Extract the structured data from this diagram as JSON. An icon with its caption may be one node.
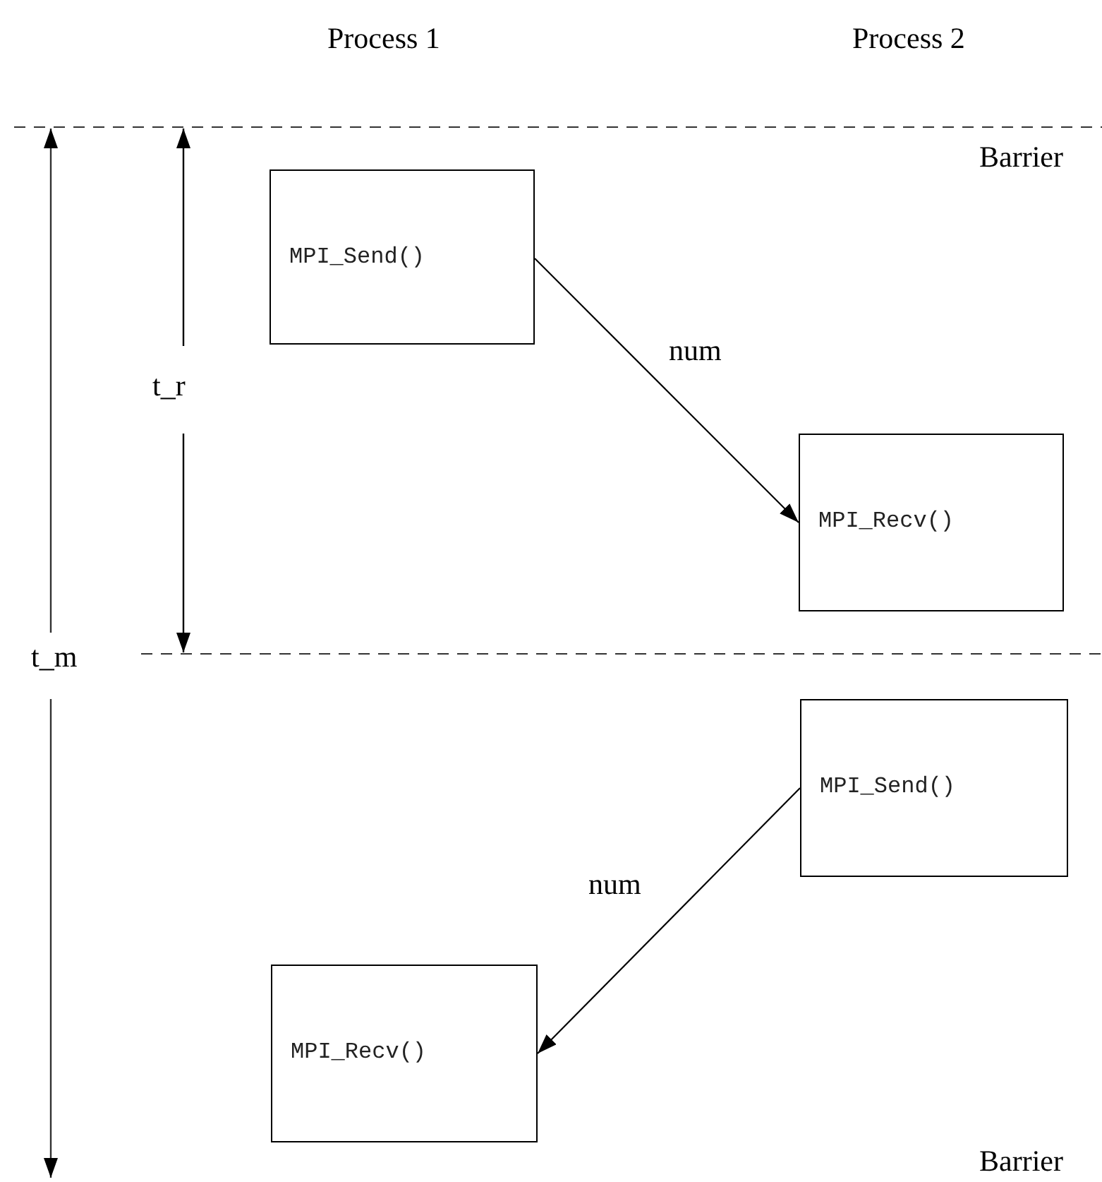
{
  "diagram": {
    "nodes": [
      {
        "text": [
          "MPI_Send()"
        ]
      },
      {
        "text": [
          "MPI_Recv()"
        ]
      },
      {
        "text": [
          "MPI_Send()"
        ]
      },
      {
        "text": [
          "MPI_Recv()"
        ]
      }
    ],
    "edges": [
      {
        "from": 0,
        "to": 1,
        "arrow": "to",
        "label": "num"
      },
      {
        "from": 2,
        "to": 3,
        "arrow": "to",
        "label": "num"
      }
    ],
    "labels": [
      "Process 1",
      "Process 2",
      "Barrier",
      "t_r",
      "t_m",
      "Barrier"
    ]
  }
}
